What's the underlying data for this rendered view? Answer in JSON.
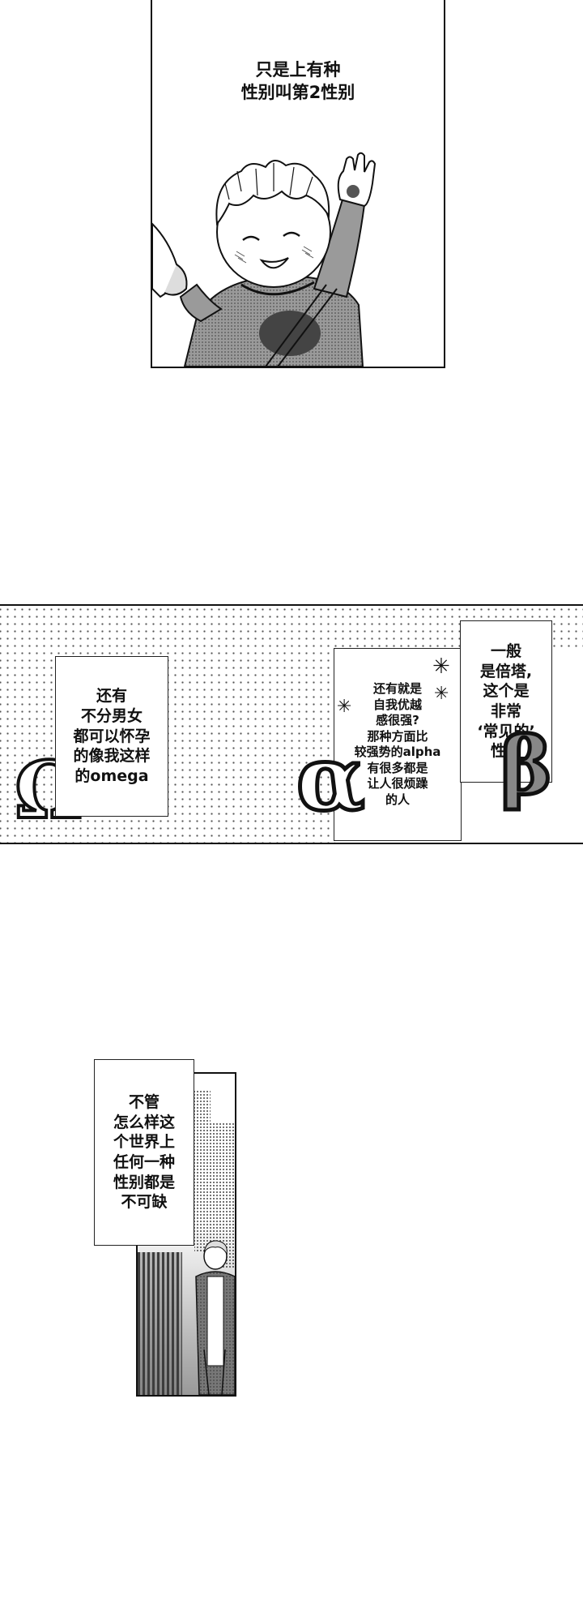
{
  "panel1": {
    "caption": "只是上有种\n性别叫第2性别"
  },
  "panel2": {
    "omega_caption": "还有\n不分男女\n都可以怀孕\n的像我这样\n的omega",
    "alpha_caption": "还有就是\n自我优越\n感很强?\n那种方面比\n较强势的alpha\n有很多都是\n让人很烦躁\n的人",
    "beta_caption": "一般\n是倍塔,\n这个是\n非常\n‘常见的’\n性别",
    "omega_symbol": "Ω",
    "alpha_symbol": "α",
    "beta_symbol": "β"
  },
  "panel3": {
    "caption": "不管\n怎么样这\n个世界上\n任何一种\n性别都是\n不可缺"
  }
}
